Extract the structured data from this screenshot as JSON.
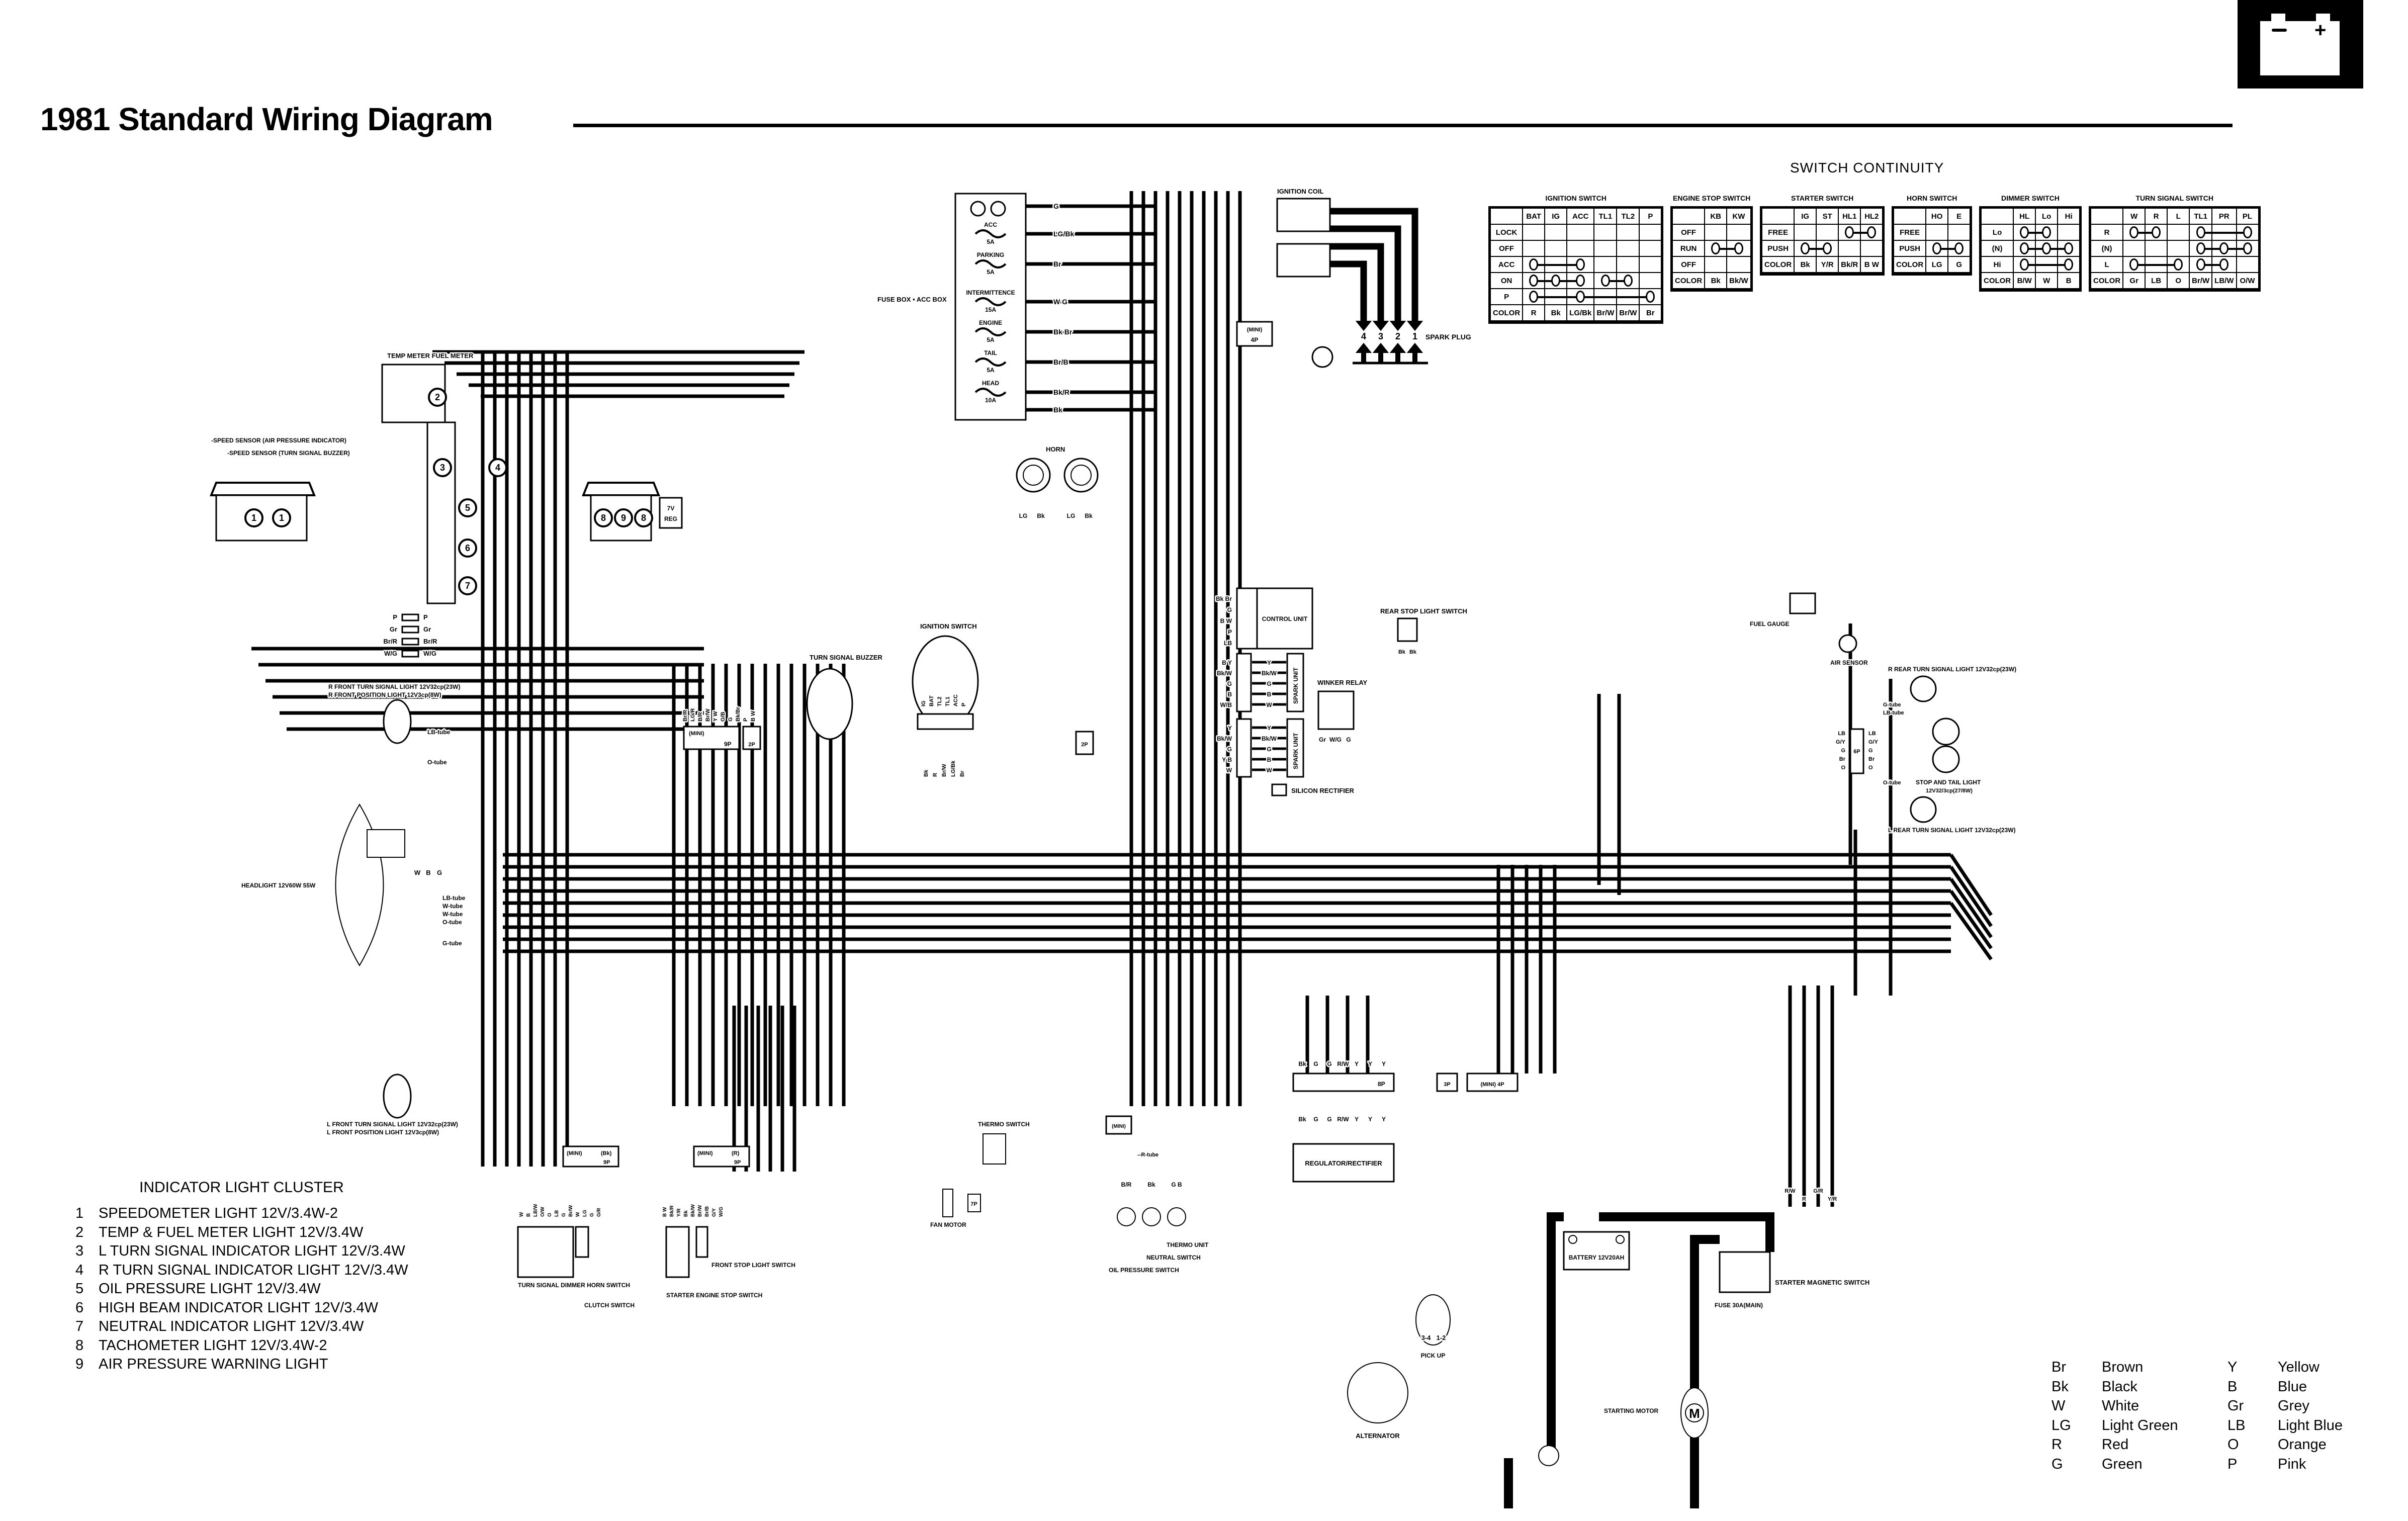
{
  "title": "1981 Standard Wiring Diagram",
  "battery_badge": {
    "neg": "−",
    "pos": "+"
  },
  "switch_continuity": {
    "title": "SWITCH CONTINUITY",
    "ignition_switch": {
      "caption": "IGNITION SWITCH",
      "columns": [
        "BAT",
        "IG",
        "ACC",
        "TL1",
        "TL2",
        "P"
      ],
      "rows": [
        {
          "label": "LOCK",
          "links": []
        },
        {
          "label": "OFF",
          "links": []
        },
        {
          "label": "ACC",
          "links": [
            [
              0,
              2
            ]
          ]
        },
        {
          "label": "ON",
          "links": [
            [
              0,
              1,
              2
            ],
            [
              3,
              4
            ]
          ]
        },
        {
          "label": "P",
          "links": [
            [
              0,
              2,
              5
            ]
          ]
        }
      ],
      "color_label": "COLOR",
      "colors": [
        "R",
        "Bk",
        "LG/Bk",
        "Br/W",
        "Br/W",
        "Br"
      ]
    },
    "engine_stop_switch": {
      "caption": "ENGINE STOP SWITCH",
      "columns": [
        "KB",
        "KW"
      ],
      "rows": [
        {
          "label": "OFF",
          "links": []
        },
        {
          "label": "RUN",
          "links": [
            [
              0,
              1
            ]
          ]
        },
        {
          "label": "OFF",
          "links": []
        }
      ],
      "color_label": "COLOR",
      "colors": [
        "Bk",
        "Bk/W"
      ]
    },
    "starter_switch": {
      "caption": "STARTER SWITCH",
      "columns": [
        "IG",
        "ST",
        "HL1",
        "HL2"
      ],
      "rows": [
        {
          "label": "FREE",
          "links": [
            [
              2,
              3
            ]
          ]
        },
        {
          "label": "PUSH",
          "links": [
            [
              0,
              1
            ]
          ]
        }
      ],
      "color_label": "COLOR",
      "colors": [
        "Bk",
        "Y/R",
        "Bk/R",
        "B W"
      ]
    },
    "horn_switch": {
      "caption": "HORN SWITCH",
      "columns": [
        "HO",
        "E"
      ],
      "rows": [
        {
          "label": "FREE",
          "links": []
        },
        {
          "label": "PUSH",
          "links": [
            [
              0,
              1
            ]
          ]
        }
      ],
      "color_label": "COLOR",
      "colors": [
        "LG",
        "G"
      ]
    },
    "dimmer_switch": {
      "caption": "DIMMER SWITCH",
      "columns": [
        "HL",
        "Lo",
        "Hi"
      ],
      "rows": [
        {
          "label": "Lo",
          "links": [
            [
              0,
              1
            ]
          ]
        },
        {
          "label": "(N)",
          "links": [
            [
              0,
              1,
              2
            ]
          ]
        },
        {
          "label": "Hi",
          "links": [
            [
              0,
              2
            ]
          ]
        }
      ],
      "color_label": "COLOR",
      "colors": [
        "B/W",
        "W",
        "B"
      ]
    },
    "turn_signal_switch": {
      "caption": "TURN SIGNAL SWITCH",
      "columns": [
        "W",
        "R",
        "L",
        "TL1",
        "PR",
        "PL"
      ],
      "rows": [
        {
          "label": "R",
          "links": [
            [
              0,
              1
            ],
            [
              3,
              5
            ]
          ]
        },
        {
          "label": "(N)",
          "links": [
            [
              3,
              4,
              5
            ]
          ]
        },
        {
          "label": "L",
          "links": [
            [
              0,
              2
            ],
            [
              3,
              4
            ]
          ]
        }
      ],
      "color_label": "COLOR",
      "colors": [
        "Gr",
        "LB",
        "O",
        "Br/W",
        "LB/W",
        "O/W"
      ]
    }
  },
  "indicator_cluster": {
    "title": "INDICATOR LIGHT CLUSTER",
    "items": [
      {
        "n": "1",
        "text": "SPEEDOMETER LIGHT  12V/3.4W-2"
      },
      {
        "n": "2",
        "text": "TEMP & FUEL METER LIGHT  12V/3.4W"
      },
      {
        "n": "3",
        "text": "L TURN SIGNAL INDICATOR LIGHT 12V/3.4W"
      },
      {
        "n": "4",
        "text": "R TURN SIGNAL INDICATOR LIGHT  12V/3.4W"
      },
      {
        "n": "5",
        "text": "OIL PRESSURE LIGHT  12V/3.4W"
      },
      {
        "n": "6",
        "text": "HIGH BEAM INDICATOR LIGHT 12V/3.4W"
      },
      {
        "n": "7",
        "text": "NEUTRAL INDICATOR LIGHT 12V/3.4W"
      },
      {
        "n": "8",
        "text": "TACHOMETER LIGHT 12V/3.4W-2"
      },
      {
        "n": "9",
        "text": "AIR PRESSURE WARNING LIGHT"
      }
    ]
  },
  "color_legend": [
    {
      "ab": "Br",
      "name": "Brown",
      "ab2": "Y",
      "name2": "Yellow"
    },
    {
      "ab": "Bk",
      "name": "Black",
      "ab2": "B",
      "name2": "Blue"
    },
    {
      "ab": "W",
      "name": "White",
      "ab2": "Gr",
      "name2": "Grey"
    },
    {
      "ab": "LG",
      "name": "Light Green",
      "ab2": "LB",
      "name2": "Light Blue"
    },
    {
      "ab": "R",
      "name": "Red",
      "ab2": "O",
      "name2": "Orange"
    },
    {
      "ab": "G",
      "name": "Green",
      "ab2": "P",
      "name2": "Pink"
    }
  ],
  "components": {
    "temp_fuel_meter": "TEMP METER FUEL METER",
    "speed_sensor_air": "SPEED SENSOR (AIR PRESSURE INDICATOR)",
    "speed_sensor_turn": "SPEED SENSOR (TURN SIGNAL BUZZER)",
    "reg_7v": "7V REG",
    "fuse_box": "FUSE BOX • ACC BOX",
    "fuses": [
      {
        "name": "ACC",
        "rating": "5A",
        "wire": "LG/Bk"
      },
      {
        "name": "PARKING",
        "rating": "5A",
        "wire": "Br"
      },
      {
        "name": "INTERMITTENCE",
        "rating": "15A",
        "wire": "W G"
      },
      {
        "name": "ENGINE",
        "rating": "5A",
        "wire": "Bk Br"
      },
      {
        "name": "TAIL",
        "rating": "5A",
        "wire": "Br/B"
      },
      {
        "name": "HEAD",
        "rating": "10A",
        "wire": "Bk/R"
      }
    ],
    "fuse_box_top_wire": "G",
    "fuse_box_bottom_wire": "Bk",
    "ignition_coil": "IGNITION COIL",
    "spark_plug": "SPARK PLUG",
    "plug_numbers": [
      "4",
      "3",
      "2",
      "1"
    ],
    "horn": "HORN",
    "control_unit": "CONTROL UNIT",
    "control_unit_wires": [
      "Bk Br",
      "G",
      "B W",
      "P",
      "LB"
    ],
    "spark_unit": "SPARK UNIT",
    "spark_unit_1_wires_in": [
      "B Y",
      "Bk/W",
      "G",
      "B",
      "W/B"
    ],
    "spark_unit_2_wires_in": [
      "Y",
      "Bk/W",
      "G",
      "Y B",
      "W"
    ],
    "spark_unit_wires_out": [
      "Y",
      "Bk/W",
      "G",
      "B",
      "W"
    ],
    "winker_relay": "WINKER RELAY",
    "winker_wires": [
      "Gr",
      "W/G",
      "G"
    ],
    "rear_stop_light_switch": "REAR STOP LIGHT SWITCH",
    "rear_stop_wires": [
      "Bk",
      "Bk"
    ],
    "silicon_rectifier": "SILICON RECTIFIER",
    "fuel_gauge": "FUEL GAUGE",
    "air_sensor": "AIR SENSOR",
    "r_rear_turn": "R REAR TURN SIGNAL LIGHT 12V32cp(23W)",
    "l_rear_turn": "L REAR TURN SIGNAL LIGHT 12V32cp(23W)",
    "stop_tail": "STOP AND TAIL LIGHT",
    "stop_tail_spec": "12V32/3cp(27/8W)",
    "rear_6p_wires": [
      "LB",
      "G/Y",
      "G",
      "Br",
      "O"
    ],
    "g_tube": "G-tube",
    "lb_tube": "LB-tube",
    "o_tube": "O-tube",
    "w_tube": "W-tube",
    "r_front_turn": "R FRONT TURN SIGNAL LIGHT 12V32cp(23W)",
    "r_front_pos": "R FRONT POSITION LIGHT 12V3cp(8W)",
    "l_front_turn": "L FRONT TURN SIGNAL LIGHT 12V32cp(23W)",
    "l_front_pos": "L FRONT POSITION LIGHT 12V3cp(8W)",
    "headlight": "HEADLIGHT 12V60W 55W",
    "headlight_wires": [
      "W",
      "B",
      "G"
    ],
    "turn_signal_buzzer": "TURN SIGNAL BUZZER",
    "ignition_switch": "IGNITION SWITCH",
    "ign_terminals": [
      "IG",
      "BAT",
      "TL2",
      "TL1",
      "ACC",
      "P"
    ],
    "ign_wires": [
      "Bk",
      "R",
      "Br/W",
      "LG/Bk",
      "Br"
    ],
    "thermo_switch": "THERMO SWITCH",
    "fan_motor": "FAN MOTOR",
    "thermo_unit": "THERMO UNIT",
    "neutral_switch": "NEUTRAL SWITCH",
    "oil_pressure_switch": "OIL PRESSURE SWITCH",
    "sensor_wires": [
      "B/R",
      "Bk",
      "G B"
    ],
    "r_tube": "R-tube",
    "reg_rect": "REGULATOR/RECTIFIER",
    "reg_wires": [
      "Bk",
      "G",
      "G",
      "R/W",
      "Y",
      "Y",
      "Y"
    ],
    "alternator": "ALTERNATOR",
    "pick_up": "PICK UP",
    "pick_up_pairs": [
      "3-4",
      "1-2"
    ],
    "battery": "BATTERY 12V20AH",
    "starter_magnetic_switch": "STARTER MAGNETIC SWITCH",
    "starter_wires": [
      "R/W",
      "R",
      "G/R",
      "Y/R"
    ],
    "main_fuse": "FUSE 30A(MAIN)",
    "starting_motor": "STARTING MOTOR",
    "motor_symbol": "M",
    "tsdh_switch": "TURN SIGNAL  DIMMER  HORN  SWITCH",
    "ses_switch": "STARTER  ENGINE  STOP  SWITCH",
    "clutch_switch": "CLUTCH SWITCH",
    "front_stop_switch": "FRONT STOP LIGHT SWITCH",
    "mini_bk_9p": [
      "(MINI)",
      "(Bk)",
      "9P"
    ],
    "mini_r_9p": [
      "(MINI)",
      "(R)",
      "9P"
    ],
    "tsdh_wires": [
      "W",
      "B",
      "LB/W",
      "O/W",
      "O",
      "LB",
      "G",
      "Br/W",
      "W",
      "LG",
      "G",
      "G/R"
    ],
    "ses_wires": [
      "B W",
      "Bk/R",
      "Y/R",
      "Bk",
      "Bk/W",
      "Br/W",
      "Br/B",
      "G/Y",
      "W/G"
    ],
    "mini_9p": "9P",
    "mini_2p": "2P",
    "mini_4p": "4P",
    "mini_6p": "6P",
    "mini_3p": "3P",
    "mini_8p": "8P",
    "mini_7p": "7P",
    "mini_label": "(MINI)",
    "mid_9p_wires_top": [
      "Br/R",
      "LG/R",
      "B/R",
      "Br/W",
      "Y W",
      "G/B",
      "G",
      "Bk/Br",
      "P",
      "B W"
    ],
    "harness_labels_left": [
      "P",
      "Gr",
      "Br/R",
      "W/G"
    ],
    "cluster_numbers": [
      "1",
      "1",
      "2",
      "3",
      "4",
      "5",
      "6",
      "7",
      "8",
      "9",
      "8"
    ]
  }
}
